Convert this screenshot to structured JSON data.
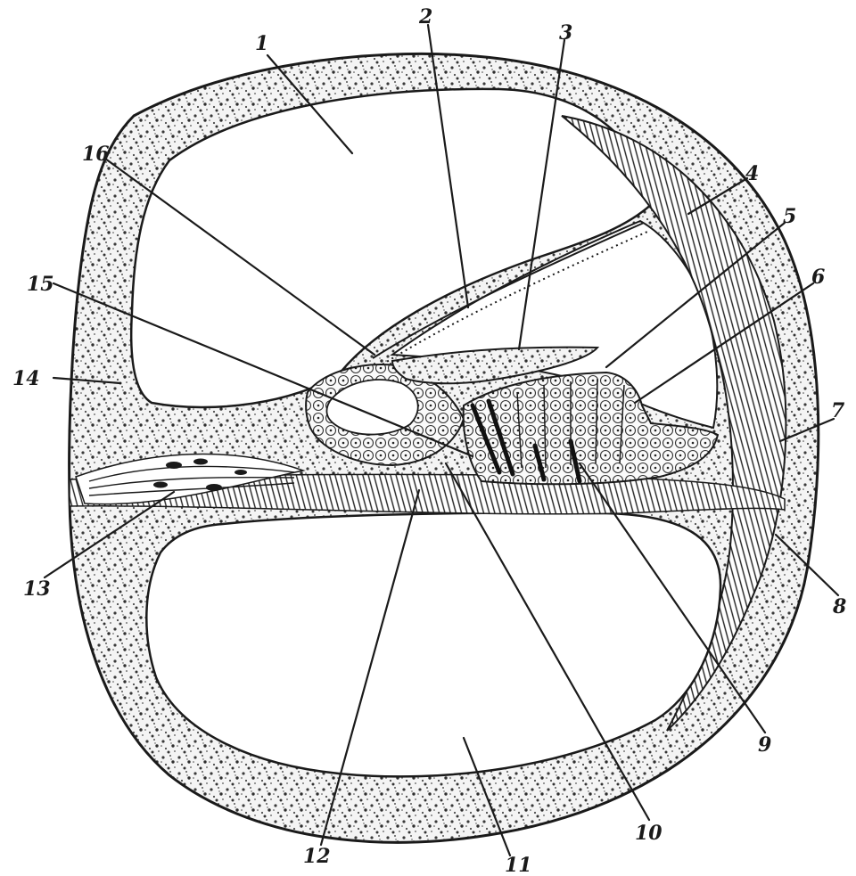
{
  "figure": {
    "labels": [
      "1",
      "2",
      "3",
      "4",
      "5",
      "6",
      "7",
      "8",
      "9",
      "10",
      "11",
      "12",
      "13",
      "14",
      "15",
      "16"
    ],
    "colors": {
      "ink": "#1a1a1a",
      "bone_fill": "#f2f2f2",
      "bone_dots": "#4a4a4a",
      "cavity": "#ffffff",
      "ligament": "#2a2a2a"
    }
  }
}
